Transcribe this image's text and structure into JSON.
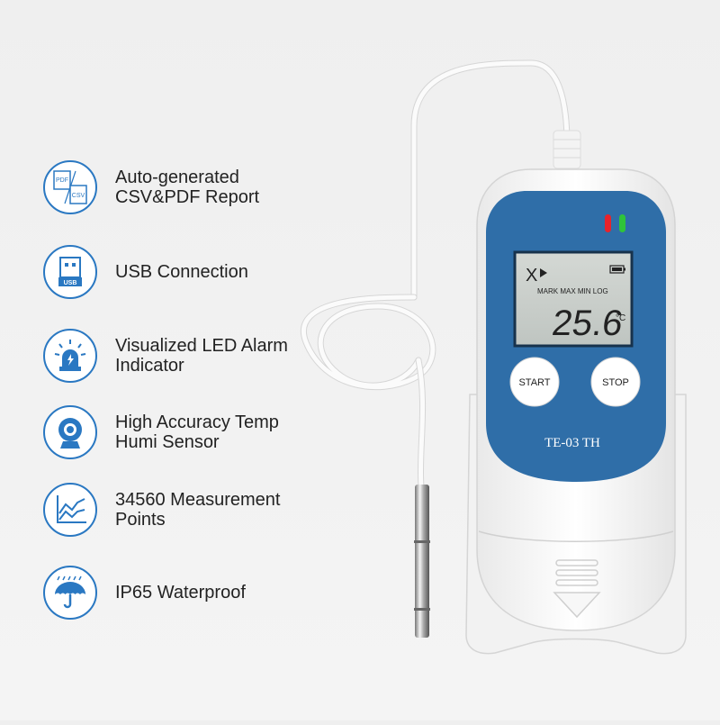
{
  "features": [
    {
      "icon": "pdf-csv-report-icon",
      "lines": [
        "Auto-generated",
        "CSV&PDF Report"
      ],
      "icon_labels": [
        "PDF",
        "CSV"
      ]
    },
    {
      "icon": "usb-icon",
      "lines": [
        "USB Connection"
      ],
      "icon_labels": [
        "USB"
      ]
    },
    {
      "icon": "led-alarm-icon",
      "lines": [
        "Visualized LED Alarm",
        "Indicator"
      ],
      "icon_labels": []
    },
    {
      "icon": "sensor-camera-icon",
      "lines": [
        "High Accuracy Temp",
        "Humi Sensor"
      ],
      "icon_labels": []
    },
    {
      "icon": "line-chart-icon",
      "lines": [
        "34560 Measurement",
        "Points"
      ],
      "icon_labels": []
    },
    {
      "icon": "umbrella-rain-icon",
      "lines": [
        "IP65 Waterproof"
      ],
      "icon_labels": []
    }
  ],
  "device": {
    "model": "TE-03 TH",
    "start_label": "START",
    "stop_label": "STOP",
    "lcd": {
      "mode_symbol": "X",
      "status_labels": "MARK MAX MIN LOG",
      "reading": "25.6",
      "unit": "°C"
    },
    "led_colors": [
      "#e8232b",
      "#2fc43a"
    ],
    "body_color": "#2f6ea8",
    "accent_color": "#2a78c2"
  }
}
